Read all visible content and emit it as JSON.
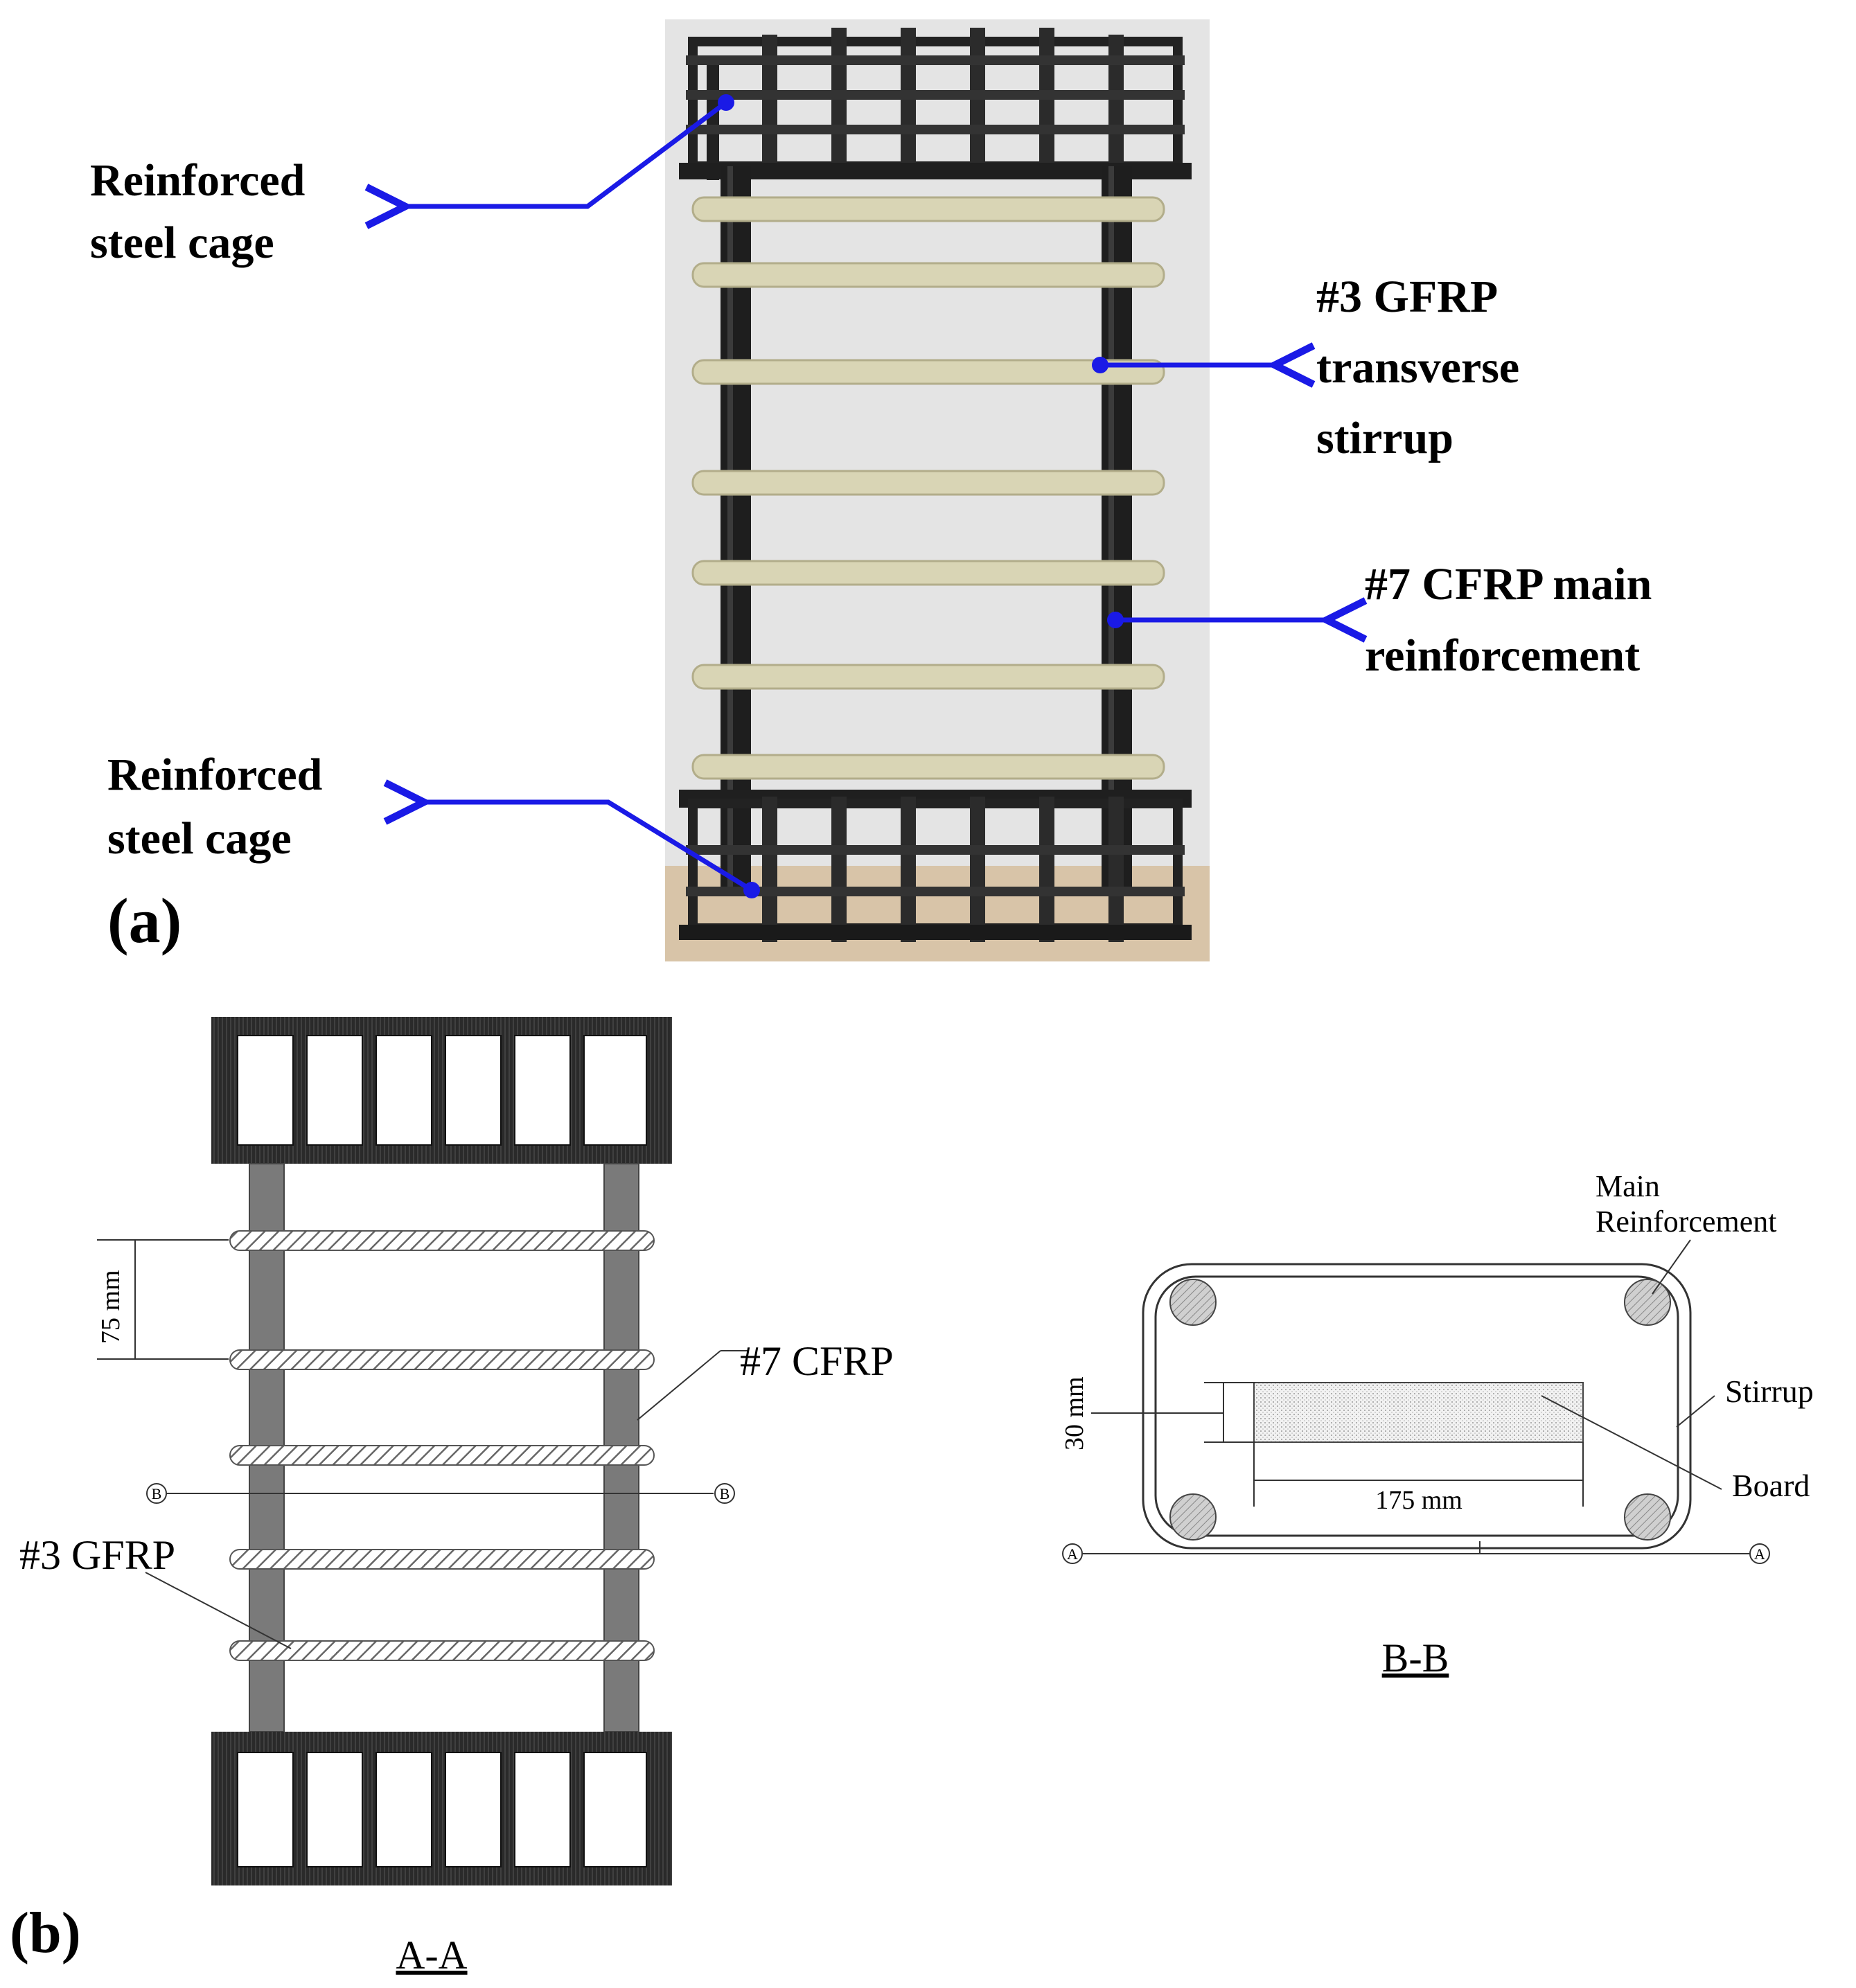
{
  "colors": {
    "arrow": "#1a1ae6",
    "steel": "#2a2a2a",
    "cfrp": "#7a7a7a",
    "gfrp": "#e9e6cf",
    "photo_bg": "#e4e4e4",
    "floor": "#d8c4a8"
  },
  "panel_a": {
    "label": "(a)",
    "annotations": {
      "top_cage": [
        "Reinforced",
        "steel cage"
      ],
      "gfrp": [
        "#3 GFRP",
        "transverse",
        "stirrup"
      ],
      "cfrp": [
        "#7 CFRP main",
        "reinforcement"
      ],
      "bottom_cage": [
        "Reinforced",
        "steel cage"
      ]
    }
  },
  "panel_b": {
    "label": "(b)",
    "elevation": {
      "title": "A-A",
      "spacing_label": "75 mm",
      "cfrp_label": "#7 CFRP",
      "gfrp_label": "#3 GFRP",
      "section_marker": "B"
    },
    "section": {
      "title": "B-B",
      "main_reinforcement_label": [
        "Main",
        "Reinforcement"
      ],
      "stirrup_label": "Stirrup",
      "board_label": "Board",
      "height_label": "30 mm",
      "width_label": "175 mm",
      "section_marker": "A"
    }
  }
}
